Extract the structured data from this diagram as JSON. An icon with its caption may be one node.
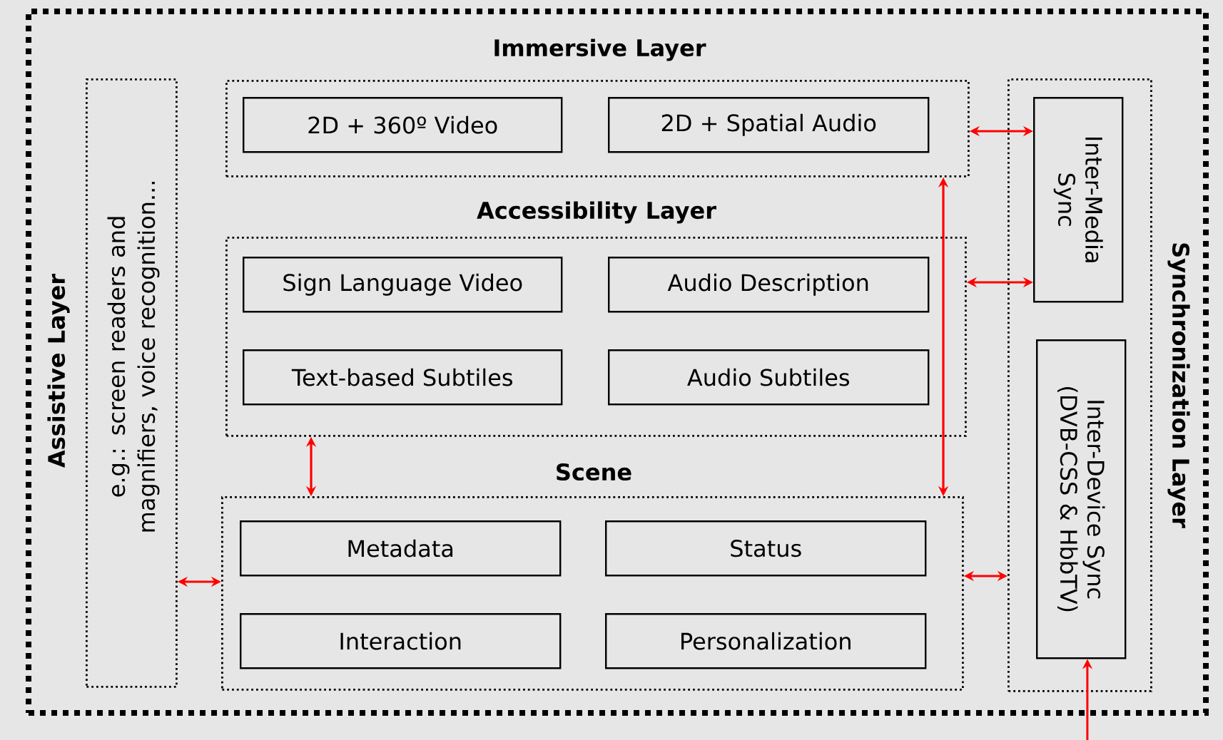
{
  "diagram": {
    "nodes": [
      {
        "text": [],
        "shape": "box"
      },
      {
        "text": [
          "Assistive Layer",
          "e.g.: screen readers and magnifiers, voice recognition..."
        ],
        "in": 0
      },
      {
        "text": [
          "Immersive Layer"
        ],
        "in": 0
      },
      {
        "text": [
          "2D + 360º Video"
        ],
        "in": 2
      },
      {
        "text": [
          "2D + Spatial Audio"
        ],
        "in": 2
      },
      {
        "text": [
          "Accessibility Layer"
        ],
        "in": 0
      },
      {
        "text": [
          "Sign Language Video"
        ],
        "in": 5
      },
      {
        "text": [
          "Audio Description"
        ],
        "in": 5
      },
      {
        "text": [
          "Text-based Subtiles"
        ],
        "in": 5
      },
      {
        "text": [
          "Audio Subtiles"
        ],
        "in": 5
      },
      {
        "text": [
          "Scene"
        ],
        "in": 0
      },
      {
        "text": [
          "Metadata"
        ],
        "in": 10
      },
      {
        "text": [
          "Status"
        ],
        "in": 10
      },
      {
        "text": [
          "Interaction"
        ],
        "in": 10
      },
      {
        "text": [
          "Personalization"
        ],
        "in": 10
      },
      {
        "text": [
          "Synchronization Layer"
        ],
        "in": 0
      },
      {
        "text": [
          "Inter-Media Sync"
        ],
        "in": 15
      },
      {
        "text": [
          "Inter-Device Sync (DVB-CSS & HbbTV)"
        ],
        "in": 15
      }
    ],
    "edges": [
      {
        "from": 2,
        "to": 16,
        "arrow": "both"
      },
      {
        "from": 5,
        "to": 16,
        "arrow": "both"
      },
      {
        "from": 2,
        "to": 10,
        "arrow": "both"
      },
      {
        "from": 5,
        "to": 10,
        "arrow": "both"
      },
      {
        "from": 1,
        "to": 10,
        "arrow": "both"
      },
      {
        "from": 10,
        "to": 15,
        "arrow": "both"
      },
      {
        "from": null,
        "to": 17,
        "arrow": "to"
      }
    ]
  }
}
